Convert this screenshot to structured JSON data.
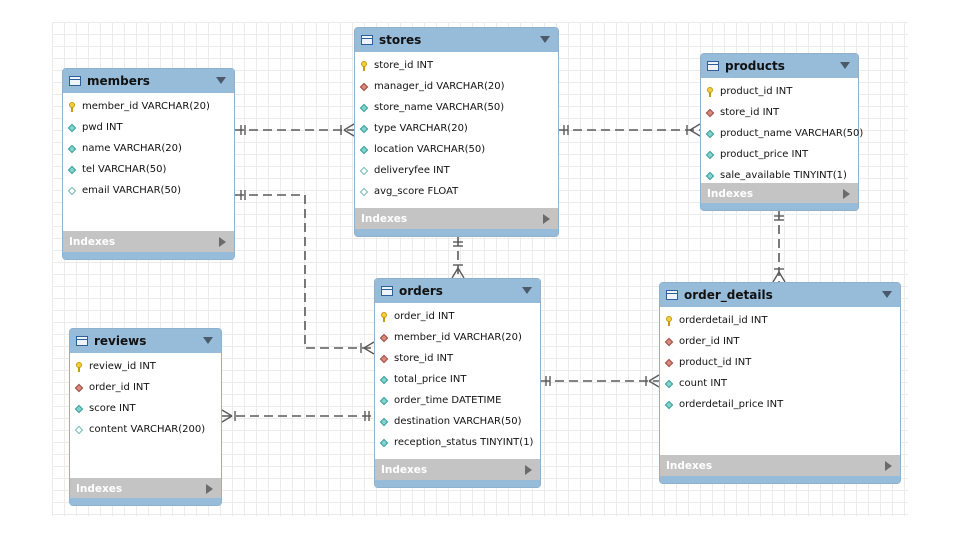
{
  "diagram": {
    "indexes_label": "Indexes",
    "colors": {
      "header": "#97bcd9",
      "index_bar": "#c4c4c4",
      "connector": "#5a5a5a"
    },
    "tables": [
      {
        "id": "members",
        "name": "members",
        "columns": [
          {
            "text": "member_id VARCHAR(20)",
            "kind": "pk"
          },
          {
            "text": "pwd INT",
            "kind": "nn"
          },
          {
            "text": "name VARCHAR(20)",
            "kind": "nn"
          },
          {
            "text": "tel VARCHAR(50)",
            "kind": "nn"
          },
          {
            "text": "email VARCHAR(50)",
            "kind": "nl"
          }
        ]
      },
      {
        "id": "stores",
        "name": "stores",
        "columns": [
          {
            "text": "store_id INT",
            "kind": "pk"
          },
          {
            "text": "manager_id VARCHAR(20)",
            "kind": "fk"
          },
          {
            "text": "store_name VARCHAR(50)",
            "kind": "nn"
          },
          {
            "text": "type VARCHAR(20)",
            "kind": "nn"
          },
          {
            "text": "location VARCHAR(50)",
            "kind": "nn"
          },
          {
            "text": "deliveryfee INT",
            "kind": "nl"
          },
          {
            "text": "avg_score FLOAT",
            "kind": "nl"
          }
        ]
      },
      {
        "id": "products",
        "name": "products",
        "columns": [
          {
            "text": "product_id INT",
            "kind": "pk"
          },
          {
            "text": "store_id INT",
            "kind": "fk"
          },
          {
            "text": "product_name VARCHAR(50)",
            "kind": "nn"
          },
          {
            "text": "product_price INT",
            "kind": "nn"
          },
          {
            "text": "sale_available TINYINT(1)",
            "kind": "nn"
          }
        ]
      },
      {
        "id": "reviews",
        "name": "reviews",
        "columns": [
          {
            "text": "review_id INT",
            "kind": "pk"
          },
          {
            "text": "order_id INT",
            "kind": "fk"
          },
          {
            "text": "score INT",
            "kind": "nn"
          },
          {
            "text": "content VARCHAR(200)",
            "kind": "nl"
          }
        ]
      },
      {
        "id": "orders",
        "name": "orders",
        "columns": [
          {
            "text": "order_id INT",
            "kind": "pk"
          },
          {
            "text": "member_id VARCHAR(20)",
            "kind": "fk"
          },
          {
            "text": "store_id INT",
            "kind": "fk"
          },
          {
            "text": "total_price INT",
            "kind": "nn"
          },
          {
            "text": "order_time DATETIME",
            "kind": "nn"
          },
          {
            "text": "destination VARCHAR(50)",
            "kind": "nn"
          },
          {
            "text": "reception_status TINYINT(1)",
            "kind": "nn"
          }
        ]
      },
      {
        "id": "order_details",
        "name": "order_details",
        "columns": [
          {
            "text": "orderdetail_id INT",
            "kind": "pk"
          },
          {
            "text": "order_id INT",
            "kind": "fk"
          },
          {
            "text": "product_id INT",
            "kind": "fk"
          },
          {
            "text": "count INT",
            "kind": "nn"
          },
          {
            "text": "orderdetail_price INT",
            "kind": "nn"
          }
        ]
      }
    ],
    "relationships": [
      {
        "from": "members",
        "to": "stores",
        "from_end": "one",
        "to_end": "one-or-many"
      },
      {
        "from": "stores",
        "to": "products",
        "from_end": "one",
        "to_end": "one-or-many"
      },
      {
        "from": "members",
        "to": "orders",
        "from_end": "one",
        "to_end": "one-or-many"
      },
      {
        "from": "stores",
        "to": "orders",
        "from_end": "one",
        "to_end": "one-or-many"
      },
      {
        "from": "products",
        "to": "order_details",
        "from_end": "one",
        "to_end": "one-or-many"
      },
      {
        "from": "orders",
        "to": "order_details",
        "from_end": "one",
        "to_end": "one-or-many"
      },
      {
        "from": "orders",
        "to": "reviews",
        "from_end": "one",
        "to_end": "one-or-many"
      }
    ]
  }
}
